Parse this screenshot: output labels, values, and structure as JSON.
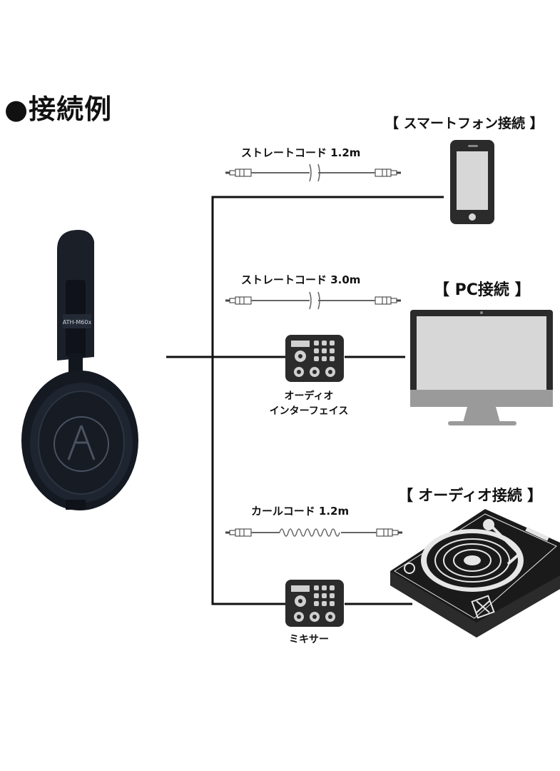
{
  "heading": "●接続例",
  "headphone": {
    "model_label": "ATH-M60x"
  },
  "sections": {
    "smartphone": "【 スマートフォン接続 】",
    "pc": "【 PC接続 】",
    "audio": "【 オーディオ接続 】"
  },
  "cables": {
    "straight_short": "ストレートコード 1.2m",
    "straight_long": "ストレートコード 3.0m",
    "coiled": "カールコード 1.2m"
  },
  "devices": {
    "audio_interface_line1": "オーディオ",
    "audio_interface_line2": "インターフェイス",
    "mixer": "ミキサー"
  },
  "colors": {
    "line": "#111111",
    "device_dark": "#2b2b2b",
    "screen": "#d7d7d7",
    "headphone": "#1a1f28"
  }
}
